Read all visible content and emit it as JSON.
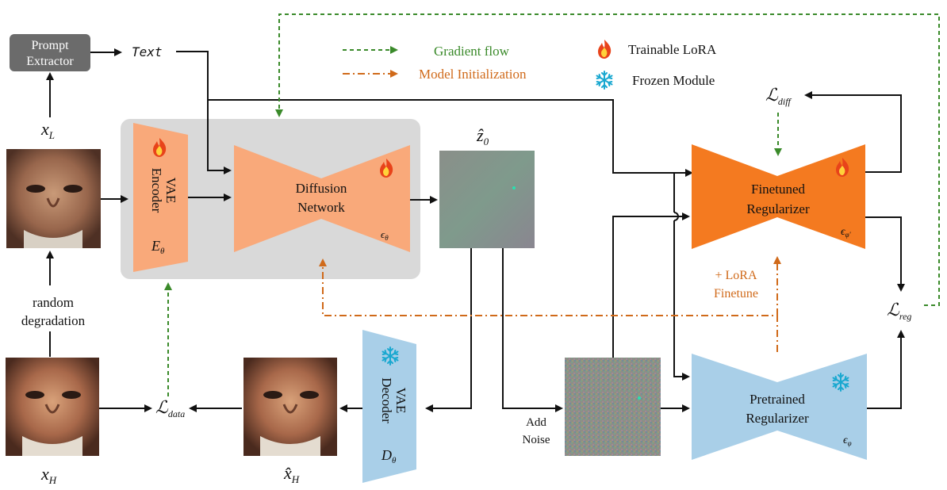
{
  "legend": {
    "gradient_flow": "Gradient flow",
    "model_init": "Model Initialization",
    "trainable_lora": "Trainable LoRA",
    "frozen_module": "Frozen Module"
  },
  "prompt_extractor": {
    "line1": "Prompt",
    "line2": "Extractor"
  },
  "text_label": "Text",
  "vae_encoder": {
    "line1": "VAE",
    "line2": "Encoder",
    "symbol": "E",
    "sub": "θ"
  },
  "diffusion_network": {
    "line1": "Diffusion",
    "line2": "Network",
    "symbol": "ϵ",
    "sub": "θ"
  },
  "vae_decoder": {
    "line1": "VAE",
    "line2": "Decoder",
    "symbol": "D",
    "sub": "θ"
  },
  "finetuned_regularizer": {
    "line1": "Finetuned",
    "line2": "Regularizer",
    "symbol": "ϵ",
    "sub": "φ'"
  },
  "pretrained_regularizer": {
    "line1": "Pretrained",
    "line2": "Regularizer",
    "symbol": "ϵ",
    "sub": "φ"
  },
  "labels": {
    "x_L": {
      "main": "x",
      "sub": "L"
    },
    "x_H": {
      "main": "x",
      "sub": "H"
    },
    "x_hat_H": {
      "main": "x̂",
      "sub": "H"
    },
    "z_hat_0": {
      "main": "ẑ",
      "sub": "0"
    },
    "random_degradation": {
      "line1": "random",
      "line2": "degradation"
    },
    "add_noise": {
      "line1": "Add",
      "line2": "Noise"
    },
    "lora_finetune": {
      "line1": "+ LoRA",
      "line2": "Finetune"
    },
    "loss_data": {
      "main": "ℒ",
      "sub": "data"
    },
    "loss_diff": {
      "main": "ℒ",
      "sub": "diff"
    },
    "loss_reg": {
      "main": "ℒ",
      "sub": "reg"
    }
  },
  "colors": {
    "orange_light": "#f9a97a",
    "orange_dark": "#f47a20",
    "blue_light": "#a9cfe8",
    "gradient_green": "#3a8a2a",
    "init_orange": "#d06a1a",
    "frozen_cyan": "#1aa8d0",
    "fire_red": "#e8431a"
  },
  "icons": {
    "trainable": "fire-icon",
    "frozen": "snowflake-icon"
  }
}
